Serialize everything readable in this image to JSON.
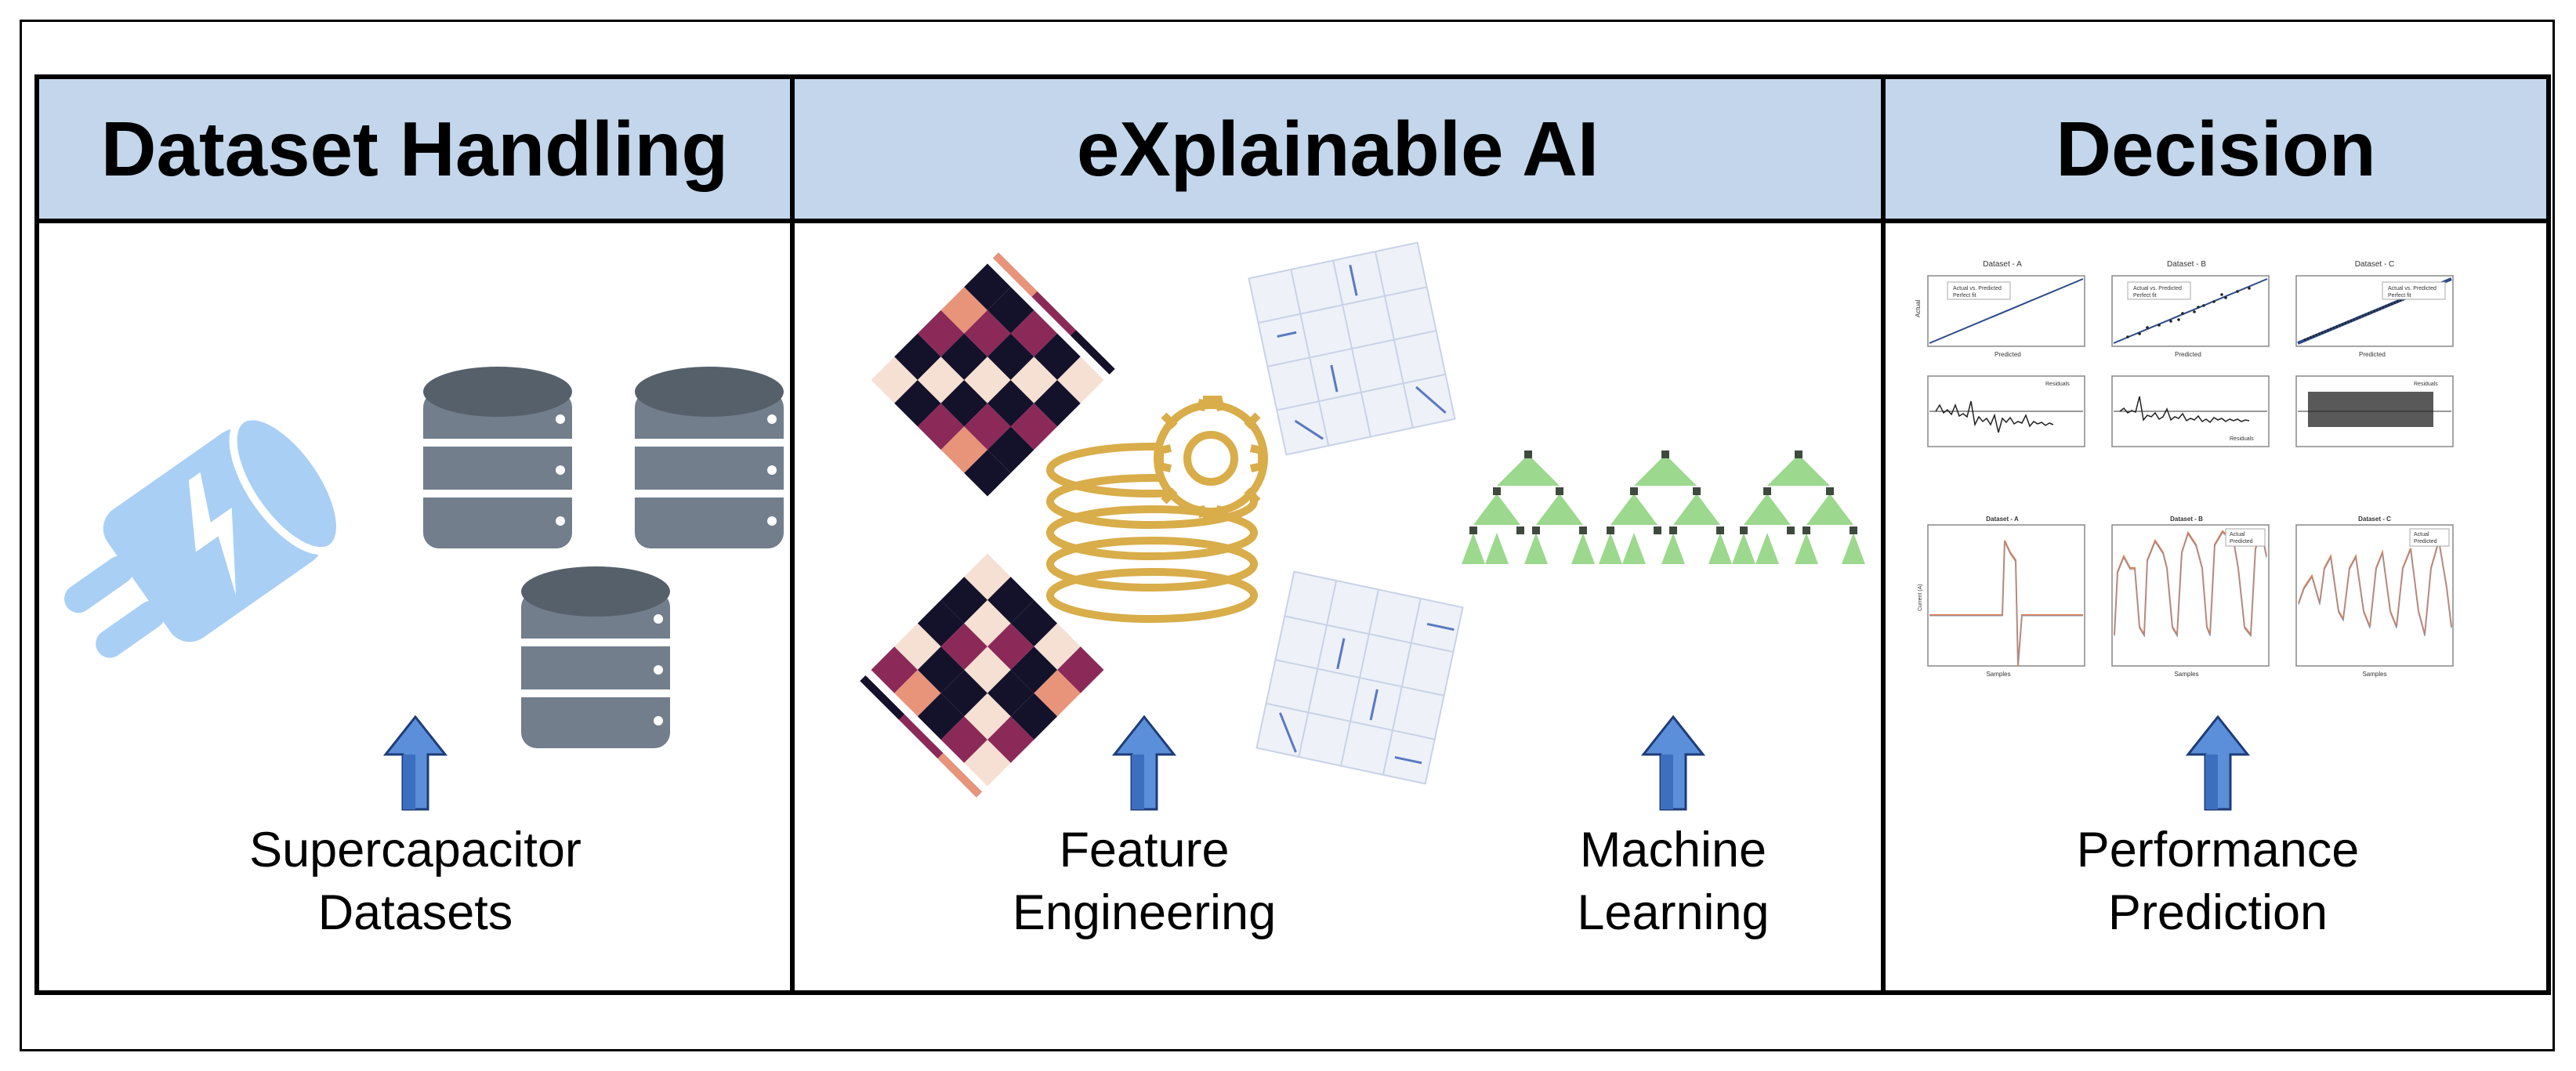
{
  "panels": {
    "dataset": {
      "title": "Dataset Handling",
      "caption_line1": "Supercapacitor",
      "caption_line2": "Datasets"
    },
    "xai": {
      "title": "eXplainable AI",
      "caption_left_line1": "Feature",
      "caption_left_line2": "Engineering",
      "caption_right_line1": "Machine",
      "caption_right_line2": "Learning"
    },
    "decision": {
      "title": "Decision",
      "caption_line1": "Performance",
      "caption_line2": "Prediction",
      "thumbnails": {
        "datasets": [
          "Dataset - A",
          "Dataset - B",
          "Dataset - C"
        ],
        "legend_actual_vs_predicted": "Actual vs. Predicted",
        "legend_perfect_fit": "Perfect fit",
        "legend_residuals": "Residuals",
        "legend_actual": "Actual",
        "legend_predicted": "Predicted",
        "xlabel_predicted": "Predicted",
        "ylabel_actual": "Actual",
        "xlabel_samples": "Samples",
        "ylabel_current": "Current (A)"
      }
    }
  },
  "colors": {
    "header_bg": "#c3d6eb",
    "battery_icon": "#a9cff5",
    "database_top": "#56606b",
    "database_body": "#727e8b",
    "arrow_blue": "#5b8fd9",
    "gear_gold": "#d8ad4a",
    "tree_green": "#8bd17a",
    "heatmap_dark": "#14112b",
    "heatmap_mid": "#8b2a58",
    "heatmap_light": "#e8947a"
  },
  "icons": [
    "battery-icon",
    "database-icon",
    "arrow-up-icon",
    "heatmap-icon",
    "gear-stack-icon",
    "pairplot-icon",
    "decision-tree-icon"
  ]
}
